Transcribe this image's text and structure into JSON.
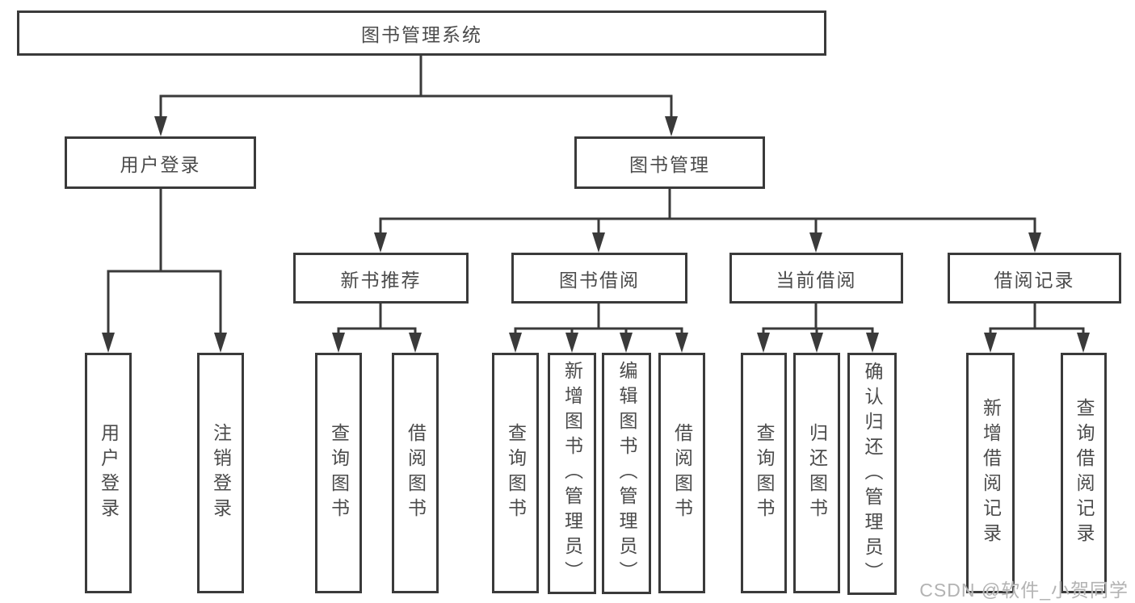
{
  "diagram_title": "图书管理系统",
  "watermark": "CSDN @软件_小贺同学",
  "colors": {
    "line": "#3a3a3a",
    "box_border": "#3a3a3a",
    "text": "#4b4b4b",
    "background": "#ffffff",
    "watermark": "#b3b3b3"
  },
  "tree": {
    "root": {
      "label": "图书管理系统",
      "children": [
        {
          "label": "用户登录",
          "children": [
            {
              "label": "用户登录"
            },
            {
              "label": "注销登录"
            }
          ]
        },
        {
          "label": "图书管理",
          "children": [
            {
              "label": "新书推荐",
              "children": [
                {
                  "label": "查询图书"
                },
                {
                  "label": "借阅图书"
                }
              ]
            },
            {
              "label": "图书借阅",
              "children": [
                {
                  "label": "查询图书"
                },
                {
                  "label": "新增图书（管理员）"
                },
                {
                  "label": "编辑图书（管理员）"
                },
                {
                  "label": "借阅图书"
                }
              ]
            },
            {
              "label": "当前借阅",
              "children": [
                {
                  "label": "查询图书"
                },
                {
                  "label": "归还图书"
                },
                {
                  "label": "确认归还（管理员）"
                }
              ]
            },
            {
              "label": "借阅记录",
              "children": [
                {
                  "label": "新增借阅记录"
                },
                {
                  "label": "查询借阅记录"
                }
              ]
            }
          ]
        }
      ]
    }
  }
}
